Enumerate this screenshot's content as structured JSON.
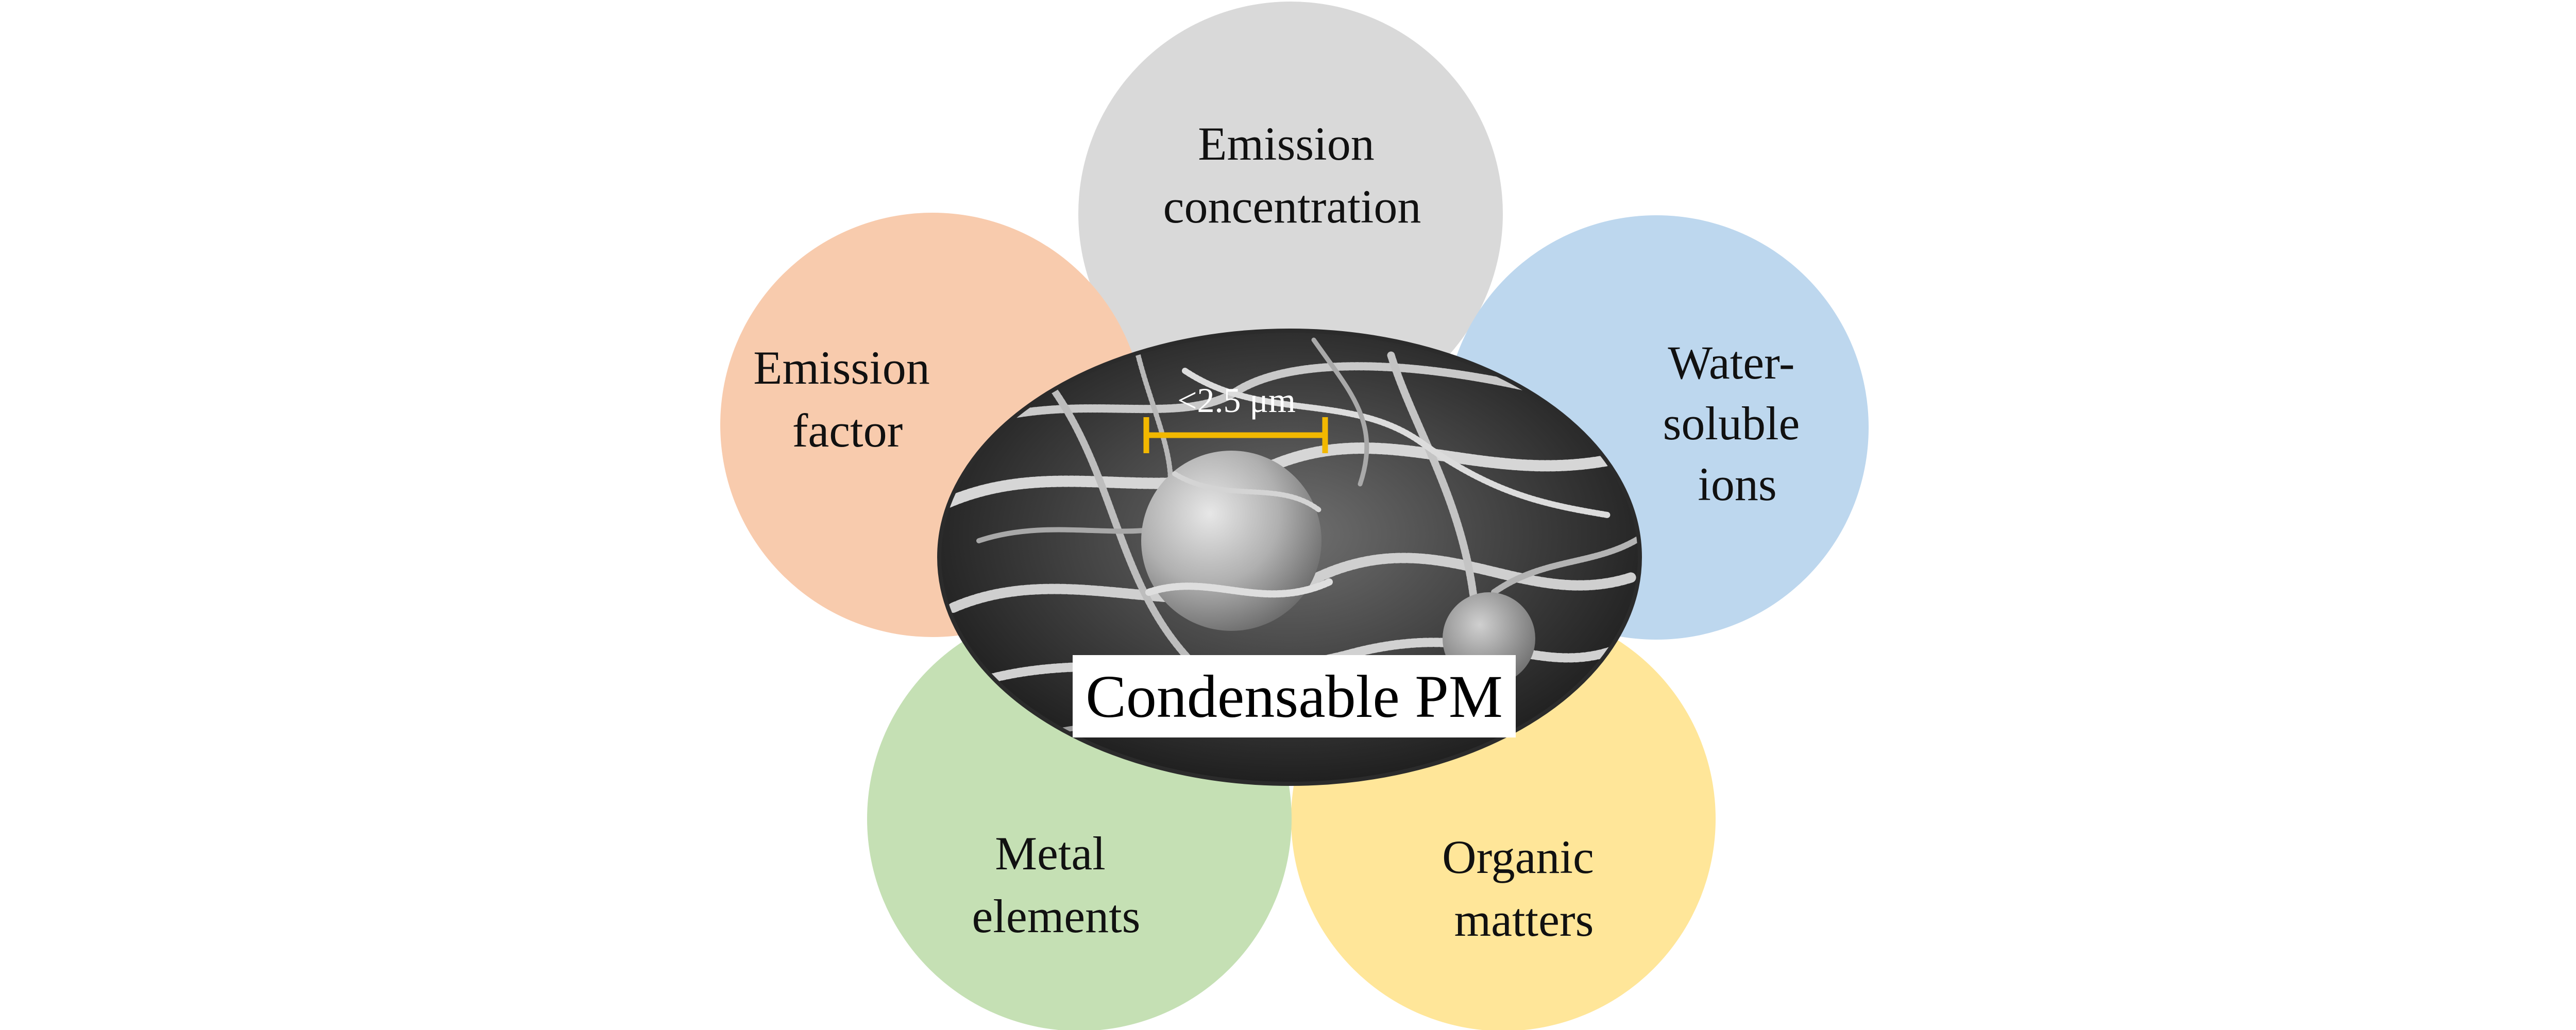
{
  "petals": [
    {
      "id": "emission-concentration",
      "lines": [
        "Emission",
        "concentration"
      ],
      "color": "#d9d9d9"
    },
    {
      "id": "water-soluble-ions",
      "lines": [
        "Water-",
        "soluble",
        "ions"
      ],
      "color": "#bdd7ee"
    },
    {
      "id": "organic-matters",
      "lines": [
        "Organic",
        "matters"
      ],
      "color": "#ffe699"
    },
    {
      "id": "metal-elements",
      "lines": [
        "Metal",
        "elements"
      ],
      "color": "#c5e0b4"
    },
    {
      "id": "emission-factor",
      "lines": [
        "Emission",
        "factor"
      ],
      "color": "#f8cbad"
    }
  ],
  "center": {
    "label": "Condensable PM",
    "scale_label": "<2.5 μm",
    "scale_color": "#f2b800"
  }
}
